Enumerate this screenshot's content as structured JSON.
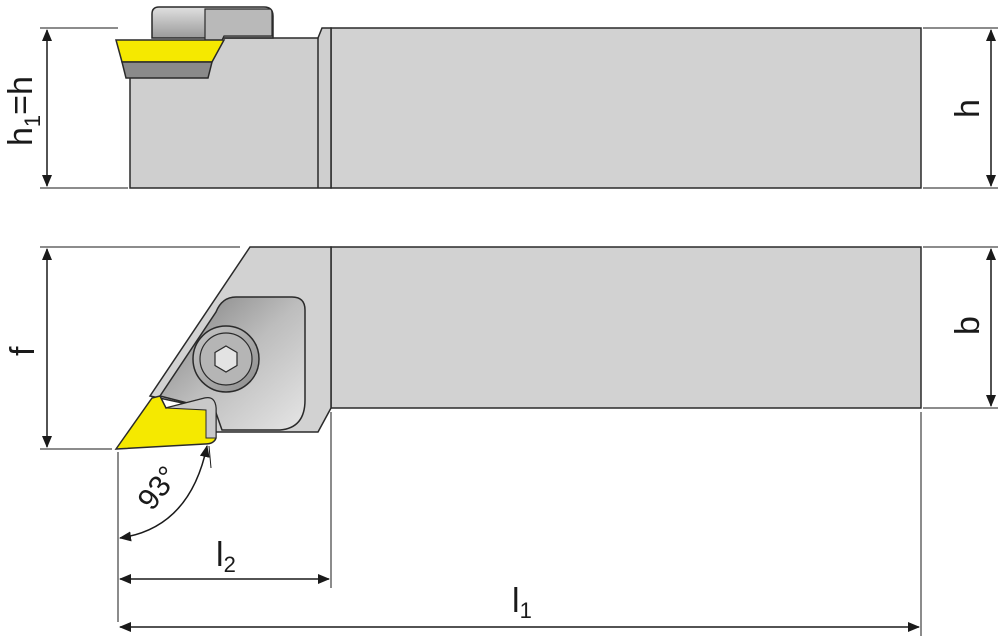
{
  "diagram": {
    "colors": {
      "shank": "#d2d2d2",
      "outline": "#2a2a2a",
      "insert_yellow": "#f5e900",
      "insert_shadow": "#8a8a8a",
      "clamp": "#c4c4c4",
      "dimension_line": "#1a1a1a"
    },
    "labels": {
      "h1_base": "h",
      "h1_sub": "1",
      "h1_rest": "=h",
      "h": "h",
      "f": "f",
      "b": "b",
      "l2_base": "l",
      "l2_sub": "2",
      "l1_base": "l",
      "l1_sub": "1",
      "angle": "93°"
    },
    "icons": {
      "screw": "hex-socket-screw-icon",
      "insert": "cutting-insert-icon"
    }
  }
}
